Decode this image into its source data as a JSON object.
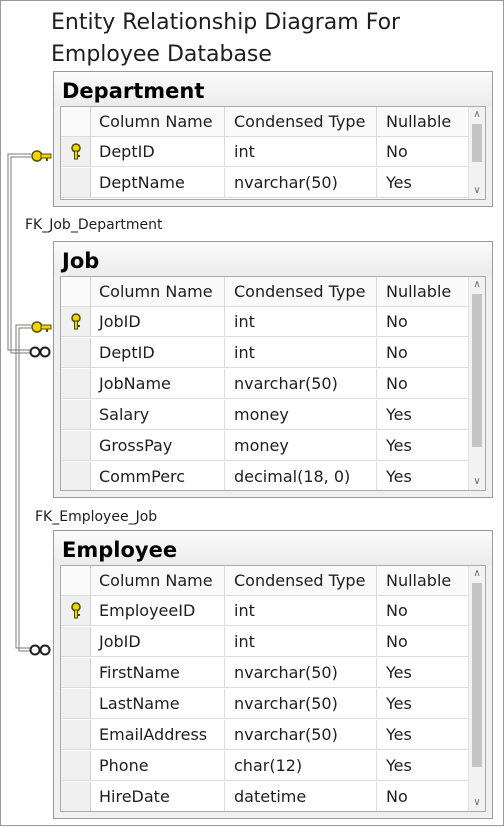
{
  "title": "Entity Relationship Diagram For Employee Database",
  "headers": {
    "column_name": "Column Name",
    "condensed_type": "Condensed Type",
    "nullable": "Nullable"
  },
  "tables": {
    "department": {
      "name": "Department",
      "rows": [
        {
          "pk": true,
          "column": "DeptID",
          "type": "int",
          "nullable": "No"
        },
        {
          "pk": false,
          "column": "DeptName",
          "type": "nvarchar(50)",
          "nullable": "Yes"
        }
      ]
    },
    "job": {
      "name": "Job",
      "rows": [
        {
          "pk": true,
          "column": "JobID",
          "type": "int",
          "nullable": "No"
        },
        {
          "pk": false,
          "column": "DeptID",
          "type": "int",
          "nullable": "No"
        },
        {
          "pk": false,
          "column": "JobName",
          "type": "nvarchar(50)",
          "nullable": "No"
        },
        {
          "pk": false,
          "column": "Salary",
          "type": "money",
          "nullable": "Yes"
        },
        {
          "pk": false,
          "column": "GrossPay",
          "type": "money",
          "nullable": "Yes"
        },
        {
          "pk": false,
          "column": "CommPerc",
          "type": "decimal(18, 0)",
          "nullable": "Yes"
        }
      ]
    },
    "employee": {
      "name": "Employee",
      "rows": [
        {
          "pk": true,
          "column": "EmployeeID",
          "type": "int",
          "nullable": "No"
        },
        {
          "pk": false,
          "column": "JobID",
          "type": "int",
          "nullable": "No"
        },
        {
          "pk": false,
          "column": "FirstName",
          "type": "nvarchar(50)",
          "nullable": "Yes"
        },
        {
          "pk": false,
          "column": "LastName",
          "type": "nvarchar(50)",
          "nullable": "Yes"
        },
        {
          "pk": false,
          "column": "EmailAddress",
          "type": "nvarchar(50)",
          "nullable": "Yes"
        },
        {
          "pk": false,
          "column": "Phone",
          "type": "char(12)",
          "nullable": "Yes"
        },
        {
          "pk": false,
          "column": "HireDate",
          "type": "datetime",
          "nullable": "No"
        }
      ]
    }
  },
  "relationships": [
    {
      "name": "FK_Job_Department",
      "from": "Job",
      "to": "Department"
    },
    {
      "name": "FK_Employee_Job",
      "from": "Employee",
      "to": "Job"
    }
  ],
  "colors": {
    "key_gold": "#f2d400",
    "line": "#7a7a7a"
  }
}
